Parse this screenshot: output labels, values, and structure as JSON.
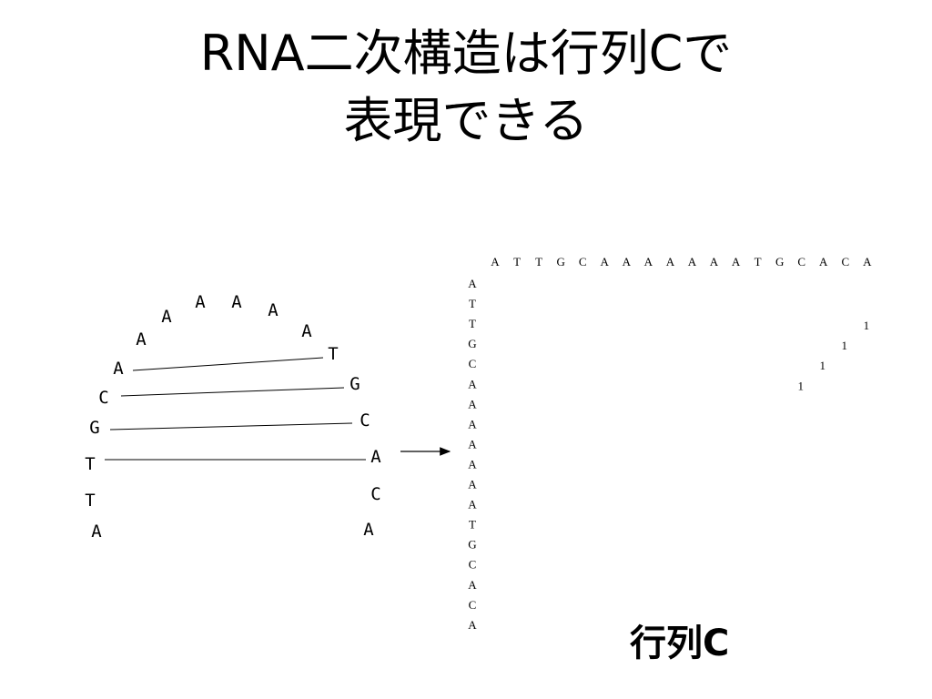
{
  "title": {
    "line1": "RNA二次構造は行列Cで",
    "line2": "表現できる"
  },
  "hairpin": {
    "left_arm": [
      "A",
      "T",
      "T",
      "G",
      "C",
      "A",
      "A"
    ],
    "loop": [
      "A",
      "A",
      "A",
      "A",
      "A"
    ],
    "right_arm": [
      "T",
      "G",
      "C",
      "A",
      "C",
      "A"
    ],
    "pairs": [
      [
        "A",
        "T"
      ],
      [
        "C",
        "G"
      ],
      [
        "G",
        "C"
      ],
      [
        "T",
        "A"
      ]
    ]
  },
  "matrix": {
    "col_labels": [
      "A",
      "T",
      "T",
      "G",
      "C",
      "A",
      "A",
      "A",
      "A",
      "A",
      "A",
      "A",
      "T",
      "G",
      "C",
      "A",
      "C",
      "A"
    ],
    "row_labels": [
      "A",
      "T",
      "T",
      "G",
      "C",
      "A",
      "A",
      "A",
      "A",
      "A",
      "A",
      "A",
      "T",
      "G",
      "C",
      "A",
      "C",
      "A"
    ],
    "entries": [
      {
        "row": 2,
        "col": 17,
        "value": "1"
      },
      {
        "row": 3,
        "col": 16,
        "value": "1"
      },
      {
        "row": 4,
        "col": 15,
        "value": "1"
      },
      {
        "row": 5,
        "col": 14,
        "value": "1"
      }
    ],
    "caption": "行列C"
  }
}
